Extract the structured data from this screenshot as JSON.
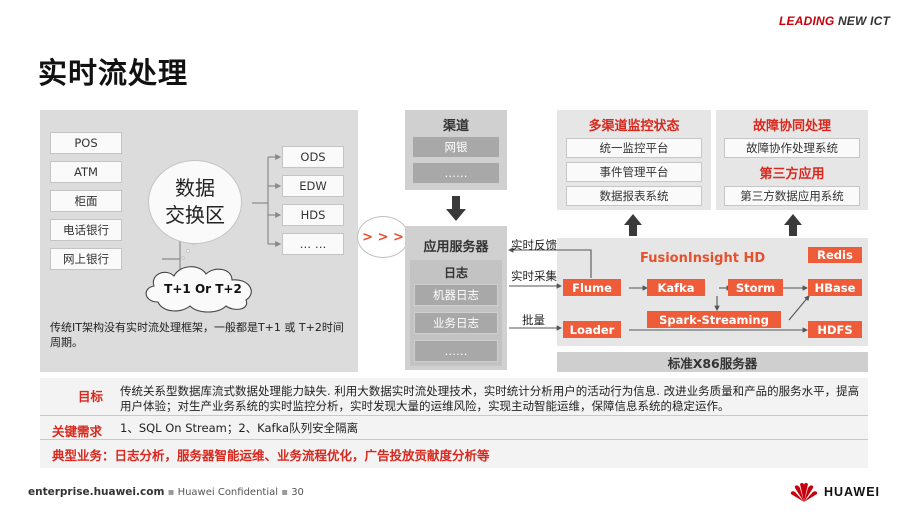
{
  "brand": {
    "leading": "LEADING ",
    "newict": "NEW ICT"
  },
  "title": "实时流处理",
  "left": {
    "sources": [
      "POS",
      "ATM",
      "柜面",
      "电话银行",
      "网上银行"
    ],
    "exchange_l1": "数据",
    "exchange_l2": "交换区",
    "targets": [
      "ODS",
      "EDW",
      "HDS",
      "… …"
    ],
    "cycle": "T+1 Or T+2",
    "note": "传统IT架构没有实时流处理框架，一般都是T+1 或 T+2时间周期。"
  },
  "arrow_label": "> > >",
  "channel": {
    "title": "渠道",
    "items": [
      "网银",
      "……"
    ]
  },
  "appserver": {
    "title": "应用服务器",
    "log_title": "日志",
    "items": [
      "机器日志",
      "业务日志",
      "……"
    ]
  },
  "monitor": {
    "title": "多渠道监控状态",
    "items": [
      "统一监控平台",
      "事件管理平台",
      "数据报表系统"
    ]
  },
  "fault": {
    "title": "故障协同处理",
    "item1": "故障协作处理系统",
    "third_title": "第三方应用",
    "item2": "第三方数据应用系统"
  },
  "flow_labels": {
    "feedback": "实时反馈",
    "collect": "实时采集",
    "batch": "批量"
  },
  "fusion": {
    "title": "FusionInsight HD",
    "flume": "Flume",
    "kafka": "Kafka",
    "storm": "Storm",
    "hbase": "HBase",
    "redis": "Redis",
    "spark": "Spark-Streaming",
    "loader": "Loader",
    "hdfs": "HDFS"
  },
  "x86": "标准X86服务器",
  "bottom": {
    "goal_key": "目标",
    "goal_text": "传统关系型数据库流式数据处理能力缺失. 利用大数据实时流处理技术，实时统计分析用户的活动行为信息. 改进业务质量和产品的服务水平，提高用户体验；对生产业务系统的实时监控分析，实时发现大量的运维风险，实现主动智能运维，保障信息系统的稳定运作。",
    "req_key": "关键需求",
    "req_text": "1、SQL On Stream；2、Kafka队列安全隔离",
    "typical": "典型业务：日志分析，服务器智能运维、业务流程优化，广告投放贡献度分析等"
  },
  "footer": {
    "site": "enterprise.huawei.com",
    "conf": "Huawei Confidential",
    "page": "30",
    "logo_text": "HUAWEI"
  },
  "colors": {
    "accent_red": "#d9281e",
    "orange": "#ef5c3a",
    "brand_red": "#c7000b"
  }
}
